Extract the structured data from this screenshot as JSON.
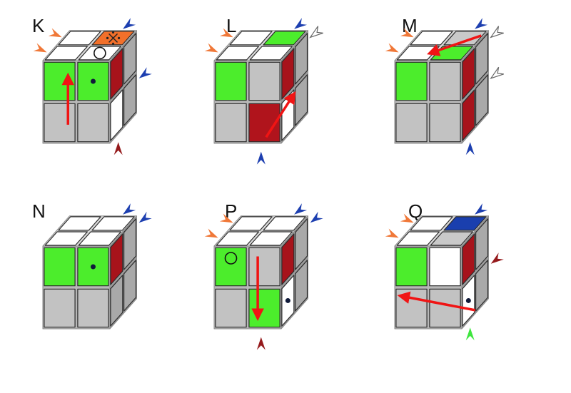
{
  "colors": {
    "white": "#ffffff",
    "green": "#4ced2c",
    "red": "#b0141c",
    "orange": "#f2702a",
    "blue": "#1a3fae",
    "grey": "#c9c9c9",
    "body": "#b8b8b8",
    "arrow_red": "#f01414",
    "marker_orange": "#f07838",
    "marker_blue": "#1d3fb0",
    "marker_darkred": "#951a1c",
    "marker_green": "#3ee63e",
    "marker_hollow": "#ffffff"
  },
  "panels": [
    {
      "id": "K",
      "label": "K",
      "top": [
        "white",
        "white",
        "white",
        "orange"
      ],
      "front": [
        "green",
        "green",
        "grey",
        "grey"
      ],
      "right": [
        "grey",
        "red",
        "grey",
        "white"
      ],
      "top_symbols": [
        {
          "sticker": 1,
          "type": "circle"
        },
        {
          "sticker": 3,
          "type": "asterism"
        }
      ],
      "front_symbols": [
        {
          "sticker": 1,
          "type": "dot"
        }
      ],
      "right_symbols": [],
      "move_arrows": [
        {
          "face": "front",
          "from": [
            0.75,
            1.55
          ],
          "to": [
            0.75,
            0.35
          ]
        }
      ],
      "markers": [
        {
          "color": "marker_orange",
          "side": "top-left-row0"
        },
        {
          "color": "marker_orange",
          "side": "top-left-row1"
        },
        {
          "color": "marker_blue",
          "side": "top-back-right"
        },
        {
          "color": "marker_blue",
          "side": "right-lower"
        },
        {
          "color": "marker_darkred",
          "side": "bottom-right"
        }
      ]
    },
    {
      "id": "L",
      "label": "L",
      "top": [
        "white",
        "white",
        "white",
        "green"
      ],
      "front": [
        "green",
        "grey",
        "grey",
        "red"
      ],
      "right": [
        "grey",
        "red",
        "grey",
        "white"
      ],
      "top_symbols": [],
      "front_symbols": [],
      "right_symbols": [],
      "move_arrows": [
        {
          "face": "front-right",
          "from": [
            1.55,
            1.85
          ],
          "to": [
            2.45,
            1.15
          ]
        }
      ],
      "markers": [
        {
          "color": "marker_orange",
          "side": "top-left-row0"
        },
        {
          "color": "marker_orange",
          "side": "top-left-row1"
        },
        {
          "color": "marker_blue",
          "side": "top-back-right"
        },
        {
          "color": "marker_hollow",
          "side": "top-right-edge"
        },
        {
          "color": "marker_blue",
          "side": "bottom-front"
        }
      ]
    },
    {
      "id": "M",
      "label": "M",
      "top": [
        "white",
        "green",
        "white",
        "grey"
      ],
      "front": [
        "green",
        "grey",
        "grey",
        "grey"
      ],
      "right": [
        "grey",
        "red",
        "grey",
        "red"
      ],
      "top_symbols": [],
      "front_symbols": [],
      "right_symbols": [],
      "move_arrows": [
        {
          "face": "top",
          "from": [
            1.85,
            0.15
          ],
          "to": [
            0.85,
            1.05
          ]
        }
      ],
      "markers": [
        {
          "color": "marker_orange",
          "side": "top-left-row0"
        },
        {
          "color": "marker_orange",
          "side": "top-left-row1"
        },
        {
          "color": "marker_blue",
          "side": "top-back-right"
        },
        {
          "color": "marker_hollow",
          "side": "top-right-edge"
        },
        {
          "color": "marker_hollow",
          "side": "right-lower"
        },
        {
          "color": "marker_blue",
          "side": "bottom-right"
        }
      ]
    },
    {
      "id": "N",
      "label": "N",
      "top": [
        "white",
        "white",
        "white",
        "white"
      ],
      "front": [
        "green",
        "green",
        "grey",
        "grey"
      ],
      "right": [
        "grey",
        "red",
        "grey",
        "grey"
      ],
      "top_symbols": [],
      "front_symbols": [
        {
          "sticker": 1,
          "type": "dot"
        }
      ],
      "right_symbols": [],
      "move_arrows": [],
      "markers": [
        {
          "color": "marker_blue",
          "side": "top-back-right"
        },
        {
          "color": "marker_blue",
          "side": "top-right-edge"
        }
      ]
    },
    {
      "id": "P",
      "label": "P",
      "top": [
        "white",
        "white",
        "white",
        "white"
      ],
      "front": [
        "green",
        "grey",
        "grey",
        "green"
      ],
      "right": [
        "grey",
        "red",
        "grey",
        "white"
      ],
      "top_symbols": [],
      "front_symbols": [
        {
          "sticker": 0,
          "type": "circle-upper"
        }
      ],
      "right_symbols": [
        {
          "sticker": 3,
          "type": "dot"
        }
      ],
      "move_arrows": [
        {
          "face": "front",
          "from": [
            1.3,
            0.25
          ],
          "to": [
            1.3,
            1.75
          ]
        }
      ],
      "markers": [
        {
          "color": "marker_orange",
          "side": "top-left-row0"
        },
        {
          "color": "marker_orange",
          "side": "top-left-row1"
        },
        {
          "color": "marker_blue",
          "side": "top-back-right"
        },
        {
          "color": "marker_blue",
          "side": "top-right-edge"
        },
        {
          "color": "marker_darkred",
          "side": "bottom-front"
        }
      ]
    },
    {
      "id": "Q",
      "label": "Q",
      "top": [
        "white",
        "grey",
        "white",
        "blue"
      ],
      "front": [
        "green",
        "white",
        "grey",
        "grey"
      ],
      "right": [
        "grey",
        "red",
        "grey",
        "white"
      ],
      "top_symbols": [],
      "front_symbols": [],
      "right_symbols": [
        {
          "sticker": 3,
          "type": "dot"
        }
      ],
      "move_arrows": [
        {
          "face": "front",
          "from": [
            2.4,
            1.55
          ],
          "to": [
            0.15,
            1.2
          ]
        }
      ],
      "markers": [
        {
          "color": "marker_orange",
          "side": "top-left-row0"
        },
        {
          "color": "marker_orange",
          "side": "top-left-row1"
        },
        {
          "color": "marker_blue",
          "side": "top-back-right"
        },
        {
          "color": "marker_darkred",
          "side": "right-lower"
        },
        {
          "color": "marker_green",
          "side": "bottom-right"
        }
      ]
    }
  ]
}
